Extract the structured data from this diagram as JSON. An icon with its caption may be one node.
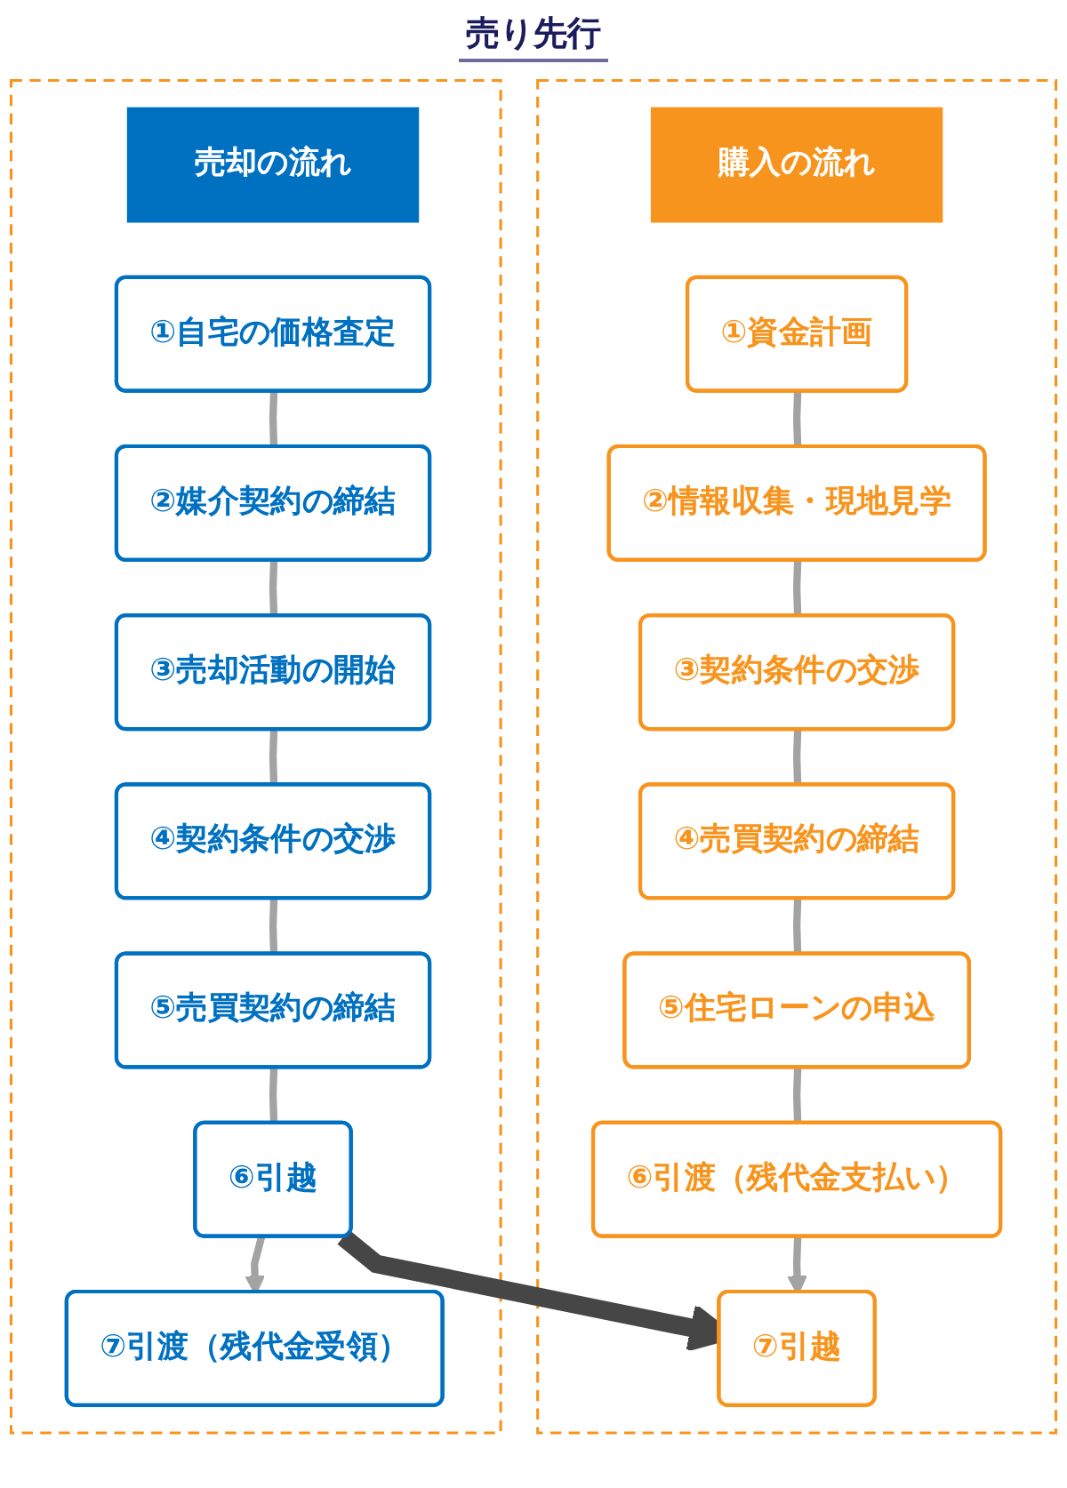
{
  "diagram": {
    "title": "売り先行",
    "nodes": [
      {
        "text": [],
        "shape": "box"
      },
      {
        "text": [
          "売却の流れ"
        ],
        "in": 0
      },
      {
        "text": [
          "①自宅の価格査定"
        ],
        "in": 0
      },
      {
        "text": [
          "②媒介契約の締結"
        ],
        "in": 0
      },
      {
        "text": [
          "③売却活動の開始"
        ],
        "in": 0
      },
      {
        "text": [
          "④契約条件の交渉"
        ],
        "in": 0
      },
      {
        "text": [
          "⑤売買契約の締結"
        ],
        "in": 0
      },
      {
        "text": [
          "⑥引越"
        ],
        "in": 0
      },
      {
        "text": [
          "⑦引渡（残代金受領）"
        ],
        "in": 0
      },
      {
        "text": [],
        "shape": "box"
      },
      {
        "text": [
          "購入の流れ"
        ],
        "in": 9
      },
      {
        "text": [
          "①資金計画"
        ],
        "in": 9
      },
      {
        "text": [
          "②情報収集・現地見学"
        ],
        "in": 9
      },
      {
        "text": [
          "③契約条件の交渉"
        ],
        "in": 9
      },
      {
        "text": [
          "④売買契約の締結"
        ],
        "in": 9
      },
      {
        "text": [
          "⑤住宅ローンの申込"
        ],
        "in": 9
      },
      {
        "text": [
          "⑥引渡（残代金支払い）"
        ],
        "in": 9
      },
      {
        "text": [
          "⑦引越"
        ],
        "in": 9
      }
    ],
    "edges": [
      {
        "from": 2,
        "to": 3,
        "arrow": "none"
      },
      {
        "from": 3,
        "to": 4,
        "arrow": "none"
      },
      {
        "from": 4,
        "to": 5,
        "arrow": "none"
      },
      {
        "from": 5,
        "to": 6,
        "arrow": "none"
      },
      {
        "from": 6,
        "to": 7,
        "arrow": "none"
      },
      {
        "from": 7,
        "to": 8,
        "arrow": "to"
      },
      {
        "from": 11,
        "to": 12,
        "arrow": "none"
      },
      {
        "from": 12,
        "to": 13,
        "arrow": "none"
      },
      {
        "from": 13,
        "to": 14,
        "arrow": "none"
      },
      {
        "from": 14,
        "to": 15,
        "arrow": "none"
      },
      {
        "from": 15,
        "to": 16,
        "arrow": "none"
      },
      {
        "from": 16,
        "to": 17,
        "arrow": "to"
      },
      {
        "from": 7,
        "to": 17,
        "arrow": "to",
        "style": "thick",
        "color": "#464646"
      }
    ]
  }
}
